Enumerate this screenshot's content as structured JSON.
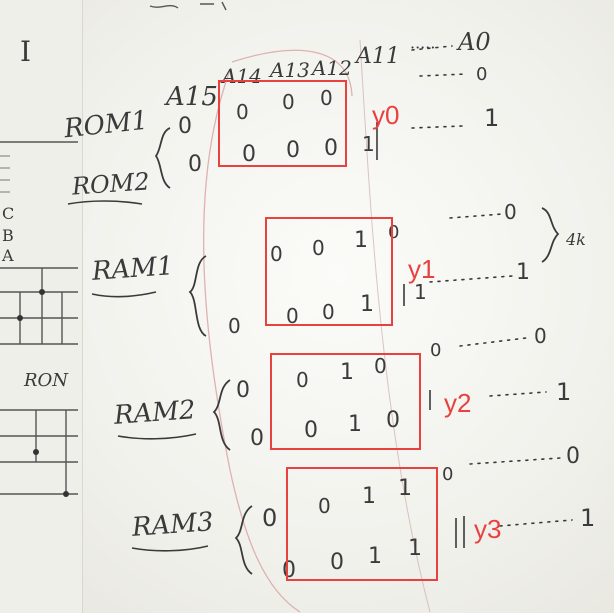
{
  "header_columns": [
    "A15",
    "A14",
    "A13",
    "A12",
    "A11",
    "A0"
  ],
  "header_dots": "·····",
  "rom1_label": "ROM1",
  "rom2_label": "ROM2",
  "ram1_label": "RAM1",
  "ram2_label": "RAM2",
  "ram3_label": "RAM3",
  "size_note": "4k",
  "left_sheet": {
    "top_mark": "I",
    "labels": [
      "C",
      "B",
      "A"
    ],
    "ron_label": "RON"
  },
  "rows": [
    {
      "lead": "0",
      "bits": [
        "0",
        "0",
        "0"
      ],
      "a11": "",
      "tail": "0"
    },
    {
      "lead": "0",
      "bits": [
        "0",
        "0",
        "0"
      ],
      "a11": "1",
      "tail": "1"
    },
    {
      "lead": "",
      "bits": [
        "0",
        "0",
        "1"
      ],
      "a11": "0",
      "tail": "0"
    },
    {
      "lead": "0",
      "bits": [
        "0",
        "0",
        "1"
      ],
      "a11": "1",
      "tail": "1"
    },
    {
      "lead": "0",
      "bits": [
        "0",
        "1",
        "0"
      ],
      "a11": "0",
      "tail": "0"
    },
    {
      "lead": "0",
      "bits": [
        "0",
        "1",
        "0"
      ],
      "a11": "1",
      "tail": "1"
    },
    {
      "lead": "0",
      "bits": [
        "0",
        "1",
        "1"
      ],
      "a11": "0",
      "tail": "0"
    },
    {
      "lead": "0",
      "bits": [
        "0",
        "1",
        "1"
      ],
      "a11": "1",
      "tail": "1"
    }
  ],
  "annotations": {
    "y0": "y0",
    "y1": "y1",
    "y2": "y2",
    "y3": "y3"
  },
  "colors": {
    "annotation_red": "#e8413f",
    "ink": "#3a3a3a"
  }
}
